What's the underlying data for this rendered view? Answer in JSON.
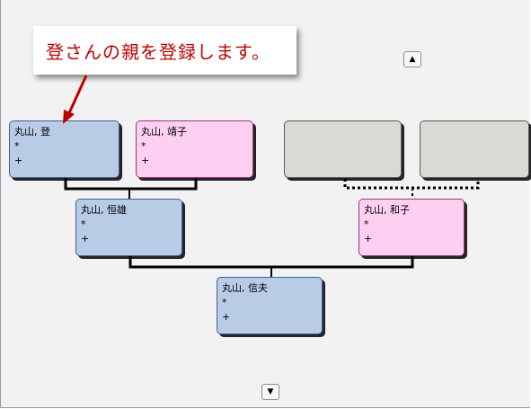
{
  "callout": {
    "text": "登さんの親を登録します。"
  },
  "nav": {
    "up_glyph": "▲",
    "down_glyph": "▼"
  },
  "people": {
    "grandfather_paternal": {
      "name": "丸山, 登",
      "birth": "*",
      "death": "+"
    },
    "grandmother_paternal": {
      "name": "丸山, 靖子",
      "birth": "*",
      "death": "+"
    },
    "father": {
      "name": "丸山, 恒雄",
      "birth": "*",
      "death": "+"
    },
    "mother": {
      "name": "丸山, 和子",
      "birth": "*",
      "death": "+"
    },
    "self": {
      "name": "丸山, 信夫",
      "birth": "*",
      "death": "+"
    }
  },
  "colors": {
    "male_fill": "#b8cce6",
    "female_fill": "#fdd0f1",
    "empty_fill": "#d8dbd4",
    "callout_text": "#c40000",
    "arrow": "#c00000"
  }
}
